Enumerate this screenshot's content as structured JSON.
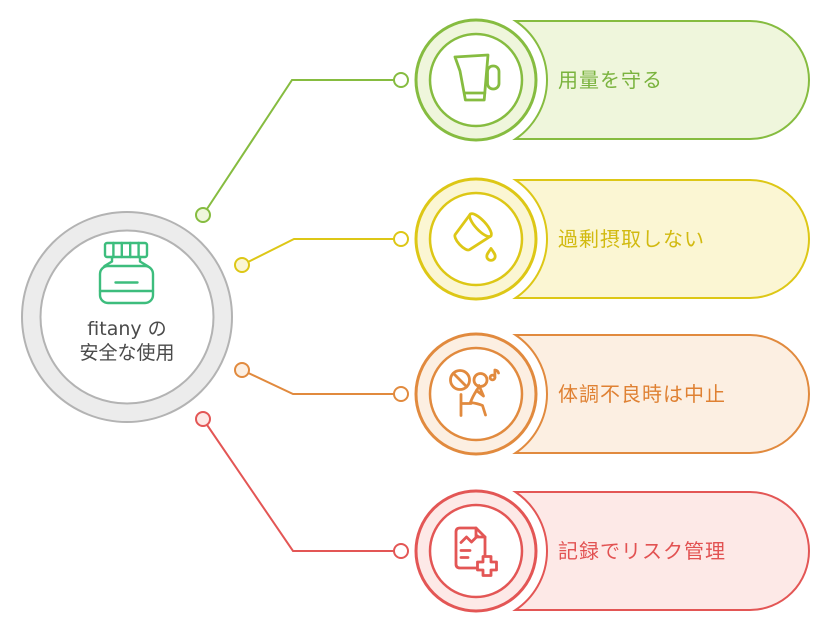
{
  "background": "#ffffff",
  "center": {
    "line1": "fitany の",
    "line2": "安全な使用",
    "text_color": "#4a4a4a",
    "ring_fill": "#ececec",
    "ring_stroke": "#b3b3b3",
    "inner_fill": "#ffffff",
    "bottle_icon": "supplement-bottle-icon",
    "bottle_color": "#3dbd7d"
  },
  "items": [
    {
      "label": "用量を守る",
      "icon": "measuring-cup-icon",
      "stroke": "#86bc40",
      "fill": "#eff6dc",
      "text_color": "#7ab33e"
    },
    {
      "label": "過剰摂取しない",
      "icon": "pouring-cup-icon",
      "stroke": "#ddc716",
      "fill": "#fbf6d3",
      "text_color": "#d2ba10"
    },
    {
      "label": "体調不良時は中止",
      "icon": "sick-person-icon",
      "stroke": "#e18a3e",
      "fill": "#fcefe2",
      "text_color": "#df8133"
    },
    {
      "label": "記録でリスク管理",
      "icon": "record-cross-icon",
      "stroke": "#e35655",
      "fill": "#fde9e7",
      "text_color": "#e25252"
    }
  ]
}
